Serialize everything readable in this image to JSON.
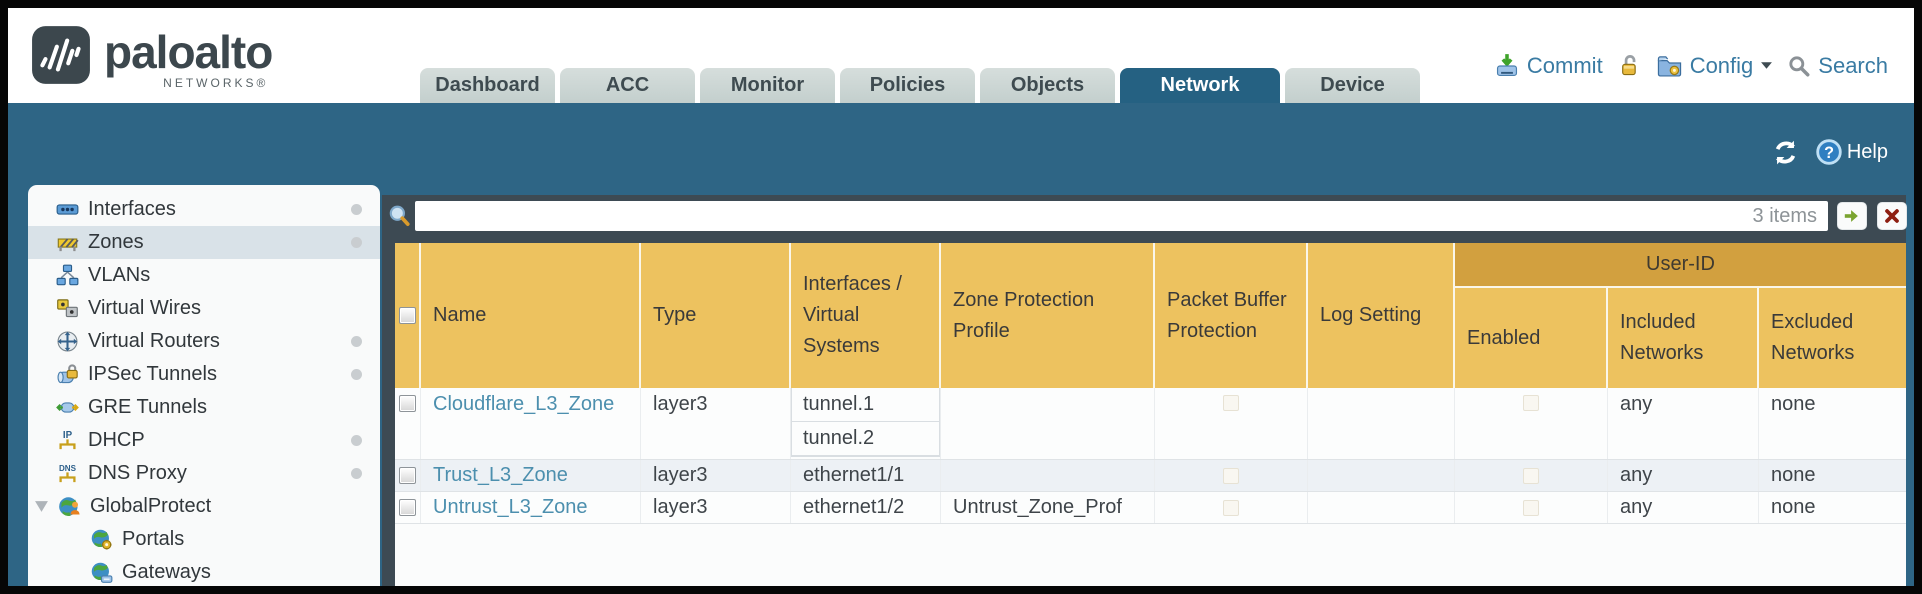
{
  "brand": {
    "name": "paloalto",
    "sub": "NETWORKS®"
  },
  "nav": {
    "tabs": [
      "Dashboard",
      "ACC",
      "Monitor",
      "Policies",
      "Objects",
      "Network",
      "Device"
    ]
  },
  "header_actions": {
    "commit_label": "Commit",
    "config_label": "Config",
    "search_label": "Search"
  },
  "band": {
    "help_label": "Help"
  },
  "sidebar": {
    "items": [
      {
        "label": "Interfaces"
      },
      {
        "label": "Zones"
      },
      {
        "label": "VLANs"
      },
      {
        "label": "Virtual Wires"
      },
      {
        "label": "Virtual Routers"
      },
      {
        "label": "IPSec Tunnels"
      },
      {
        "label": "GRE Tunnels"
      },
      {
        "label": "DHCP"
      },
      {
        "label": "DNS Proxy"
      },
      {
        "label": "GlobalProtect"
      },
      {
        "label": "Portals"
      },
      {
        "label": "Gateways"
      }
    ]
  },
  "filter": {
    "count_label": "3 items"
  },
  "table": {
    "group_header": "User-ID",
    "columns": [
      "",
      "Name",
      "Type",
      "Interfaces / Virtual Systems",
      "Zone Protection Profile",
      "Packet Buffer Protection",
      "Log Setting",
      "Enabled",
      "Included Networks",
      "Excluded Networks"
    ],
    "rows": [
      {
        "name": "Cloudflare_L3_Zone",
        "type": "layer3",
        "interfaces": [
          "tunnel.1",
          "tunnel.2"
        ],
        "zone_protection_profile": "",
        "log_setting": "",
        "included_networks": "any",
        "excluded_networks": "none"
      },
      {
        "name": "Trust_L3_Zone",
        "type": "layer3",
        "interfaces": [
          "ethernet1/1"
        ],
        "zone_protection_profile": "",
        "log_setting": "",
        "included_networks": "any",
        "excluded_networks": "none"
      },
      {
        "name": "Untrust_L3_Zone",
        "type": "layer3",
        "interfaces": [
          "ethernet1/2"
        ],
        "zone_protection_profile": "Untrust_Zone_Prof",
        "log_setting": "",
        "included_networks": "any",
        "excluded_networks": "none"
      }
    ]
  },
  "colors": {
    "teal_band": "#2e6585",
    "header_orange": "#edc25f",
    "group_orange": "#d2a03f",
    "filter_bar": "#3d4a53",
    "link": "#4c8fae"
  }
}
